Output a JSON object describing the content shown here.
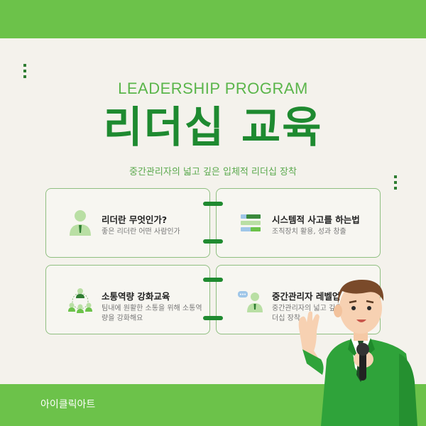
{
  "header": {
    "eyebrow": "LEADERSHIP PROGRAM",
    "title": "리더십 교육",
    "subtitle": "중간관리자의 넓고 깊은 입체적 리더십 장착"
  },
  "cards": [
    {
      "title": "리더란 무엇인가?",
      "desc": "좋은 리더란 어떤 사람인가",
      "icon": "person-icon"
    },
    {
      "title": "시스템적 사고를 하는법",
      "desc": "조직장치 활용, 성과 창출",
      "icon": "stacked-bars-icon"
    },
    {
      "title": "소통역량 강화교육",
      "desc": "팀내에 원활한 소통을 위해 소통역량을 강화해요",
      "icon": "team-network-icon"
    },
    {
      "title": "중간관리자 레벨업",
      "desc": "중간관리자의 넓고 깊은 입체적 리더십 장착",
      "icon": "speech-person-icon"
    }
  ],
  "footer": {
    "brand": "아이클릭아트"
  },
  "colors": {
    "band": "#6cc24a",
    "title": "#1e8a30",
    "accent": "#5ab54a",
    "background": "#f4f2ec"
  }
}
